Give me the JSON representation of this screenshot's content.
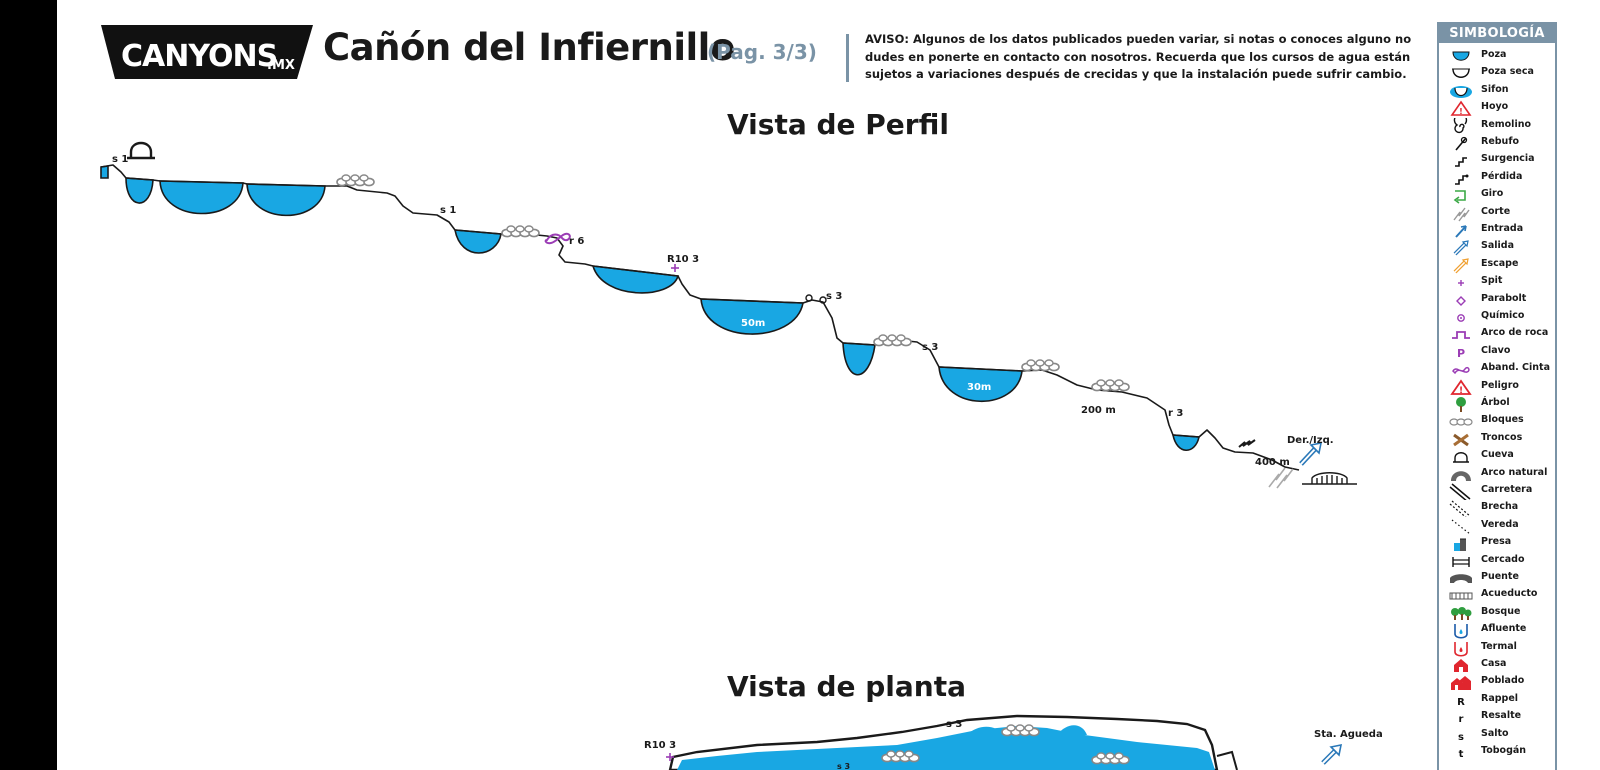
{
  "header": {
    "logo_text": "CANYONS",
    "logo_suffix": ".MX",
    "title": "Cañón del Infiernillo",
    "page_label": "(Pag. 3/3)",
    "notice": "AVISO: Algunos de los datos publicados pueden variar, si notas o conoces alguno no dudes en ponerte  en contacto con nosotros. Recuerda que los cursos de agua están sujetos a variaciones después de crecidas y que la instalación puede sufrir cambio."
  },
  "profile": {
    "title": "Vista de Perfil",
    "labels": {
      "s1_start": "s 1",
      "s1_mid": "s 1",
      "r6": "r 6",
      "r10_3": "R10 3",
      "pool_50m": "50m",
      "s3_a": "s 3",
      "s3_b": "s 3",
      "pool_30m": "30m",
      "dist_200m": "200 m",
      "r3": "r 3",
      "dist_400m": "400 m",
      "exit_side": "Der./Izq."
    }
  },
  "plan": {
    "title": "Vista de planta",
    "labels": {
      "r10_3": "R10 3",
      "s3": "s 3",
      "s3_small": "s 3",
      "sta_agueda": "Sta. Agueda"
    }
  },
  "legend": {
    "title": "SIMBOLOGÍA",
    "items": [
      {
        "label": "Poza",
        "icon": "pool-icon"
      },
      {
        "label": "Poza seca",
        "icon": "dry-pool-icon"
      },
      {
        "label": "Sifon",
        "icon": "siphon-icon"
      },
      {
        "label": "Hoyo",
        "icon": "hole-icon"
      },
      {
        "label": "Remolino",
        "icon": "whirlpool-icon"
      },
      {
        "label": "Rebufo",
        "icon": "backwash-icon"
      },
      {
        "label": "Surgencia",
        "icon": "resurgence-icon"
      },
      {
        "label": "Pérdida",
        "icon": "sink-icon"
      },
      {
        "label": "Giro",
        "icon": "turn-icon"
      },
      {
        "label": "Corte",
        "icon": "cut-icon"
      },
      {
        "label": "Entrada",
        "icon": "entry-icon"
      },
      {
        "label": "Salida",
        "icon": "exit-icon"
      },
      {
        "label": "Escape",
        "icon": "escape-icon"
      },
      {
        "label": "Spit",
        "icon": "spit-icon"
      },
      {
        "label": "Parabolt",
        "icon": "parabolt-icon"
      },
      {
        "label": "Químico",
        "icon": "chemical-anchor-icon"
      },
      {
        "label": "Arco de roca",
        "icon": "rock-arch-icon"
      },
      {
        "label": "Clavo",
        "icon": "piton-icon"
      },
      {
        "label": "Aband. Cinta",
        "icon": "tape-icon"
      },
      {
        "label": "Peligro",
        "icon": "danger-icon"
      },
      {
        "label": "Árbol",
        "icon": "tree-icon"
      },
      {
        "label": "Bloques",
        "icon": "boulders-icon"
      },
      {
        "label": "Troncos",
        "icon": "logs-icon"
      },
      {
        "label": "Cueva",
        "icon": "cave-icon"
      },
      {
        "label": "Arco natural",
        "icon": "natural-arch-icon"
      },
      {
        "label": "Carretera",
        "icon": "road-icon"
      },
      {
        "label": "Brecha",
        "icon": "dirt-road-icon"
      },
      {
        "label": "Vereda",
        "icon": "trail-icon"
      },
      {
        "label": "Presa",
        "icon": "dam-icon"
      },
      {
        "label": "Cercado",
        "icon": "fence-icon"
      },
      {
        "label": "Puente",
        "icon": "bridge-icon"
      },
      {
        "label": "Acueducto",
        "icon": "aqueduct-icon"
      },
      {
        "label": "Bosque",
        "icon": "forest-icon"
      },
      {
        "label": "Afluente",
        "icon": "tributary-icon"
      },
      {
        "label": "Termal",
        "icon": "thermal-icon"
      },
      {
        "label": "Casa",
        "icon": "house-icon"
      },
      {
        "label": "Poblado",
        "icon": "village-icon"
      },
      {
        "label": "Rappel",
        "icon": "rappel-letter-icon",
        "glyph": "R"
      },
      {
        "label": "Resalte",
        "icon": "step-letter-icon",
        "glyph": "r"
      },
      {
        "label": "Salto",
        "icon": "jump-letter-icon",
        "glyph": "s"
      },
      {
        "label": "Tobogán",
        "icon": "slide-letter-icon",
        "glyph": "t"
      }
    ]
  },
  "colors": {
    "water": "#19a7e3",
    "accent": "#7a93a6",
    "line": "#1a1a1a",
    "rope": "#9b3db5",
    "danger": "#e0262e",
    "exit": "#2a78b8"
  }
}
